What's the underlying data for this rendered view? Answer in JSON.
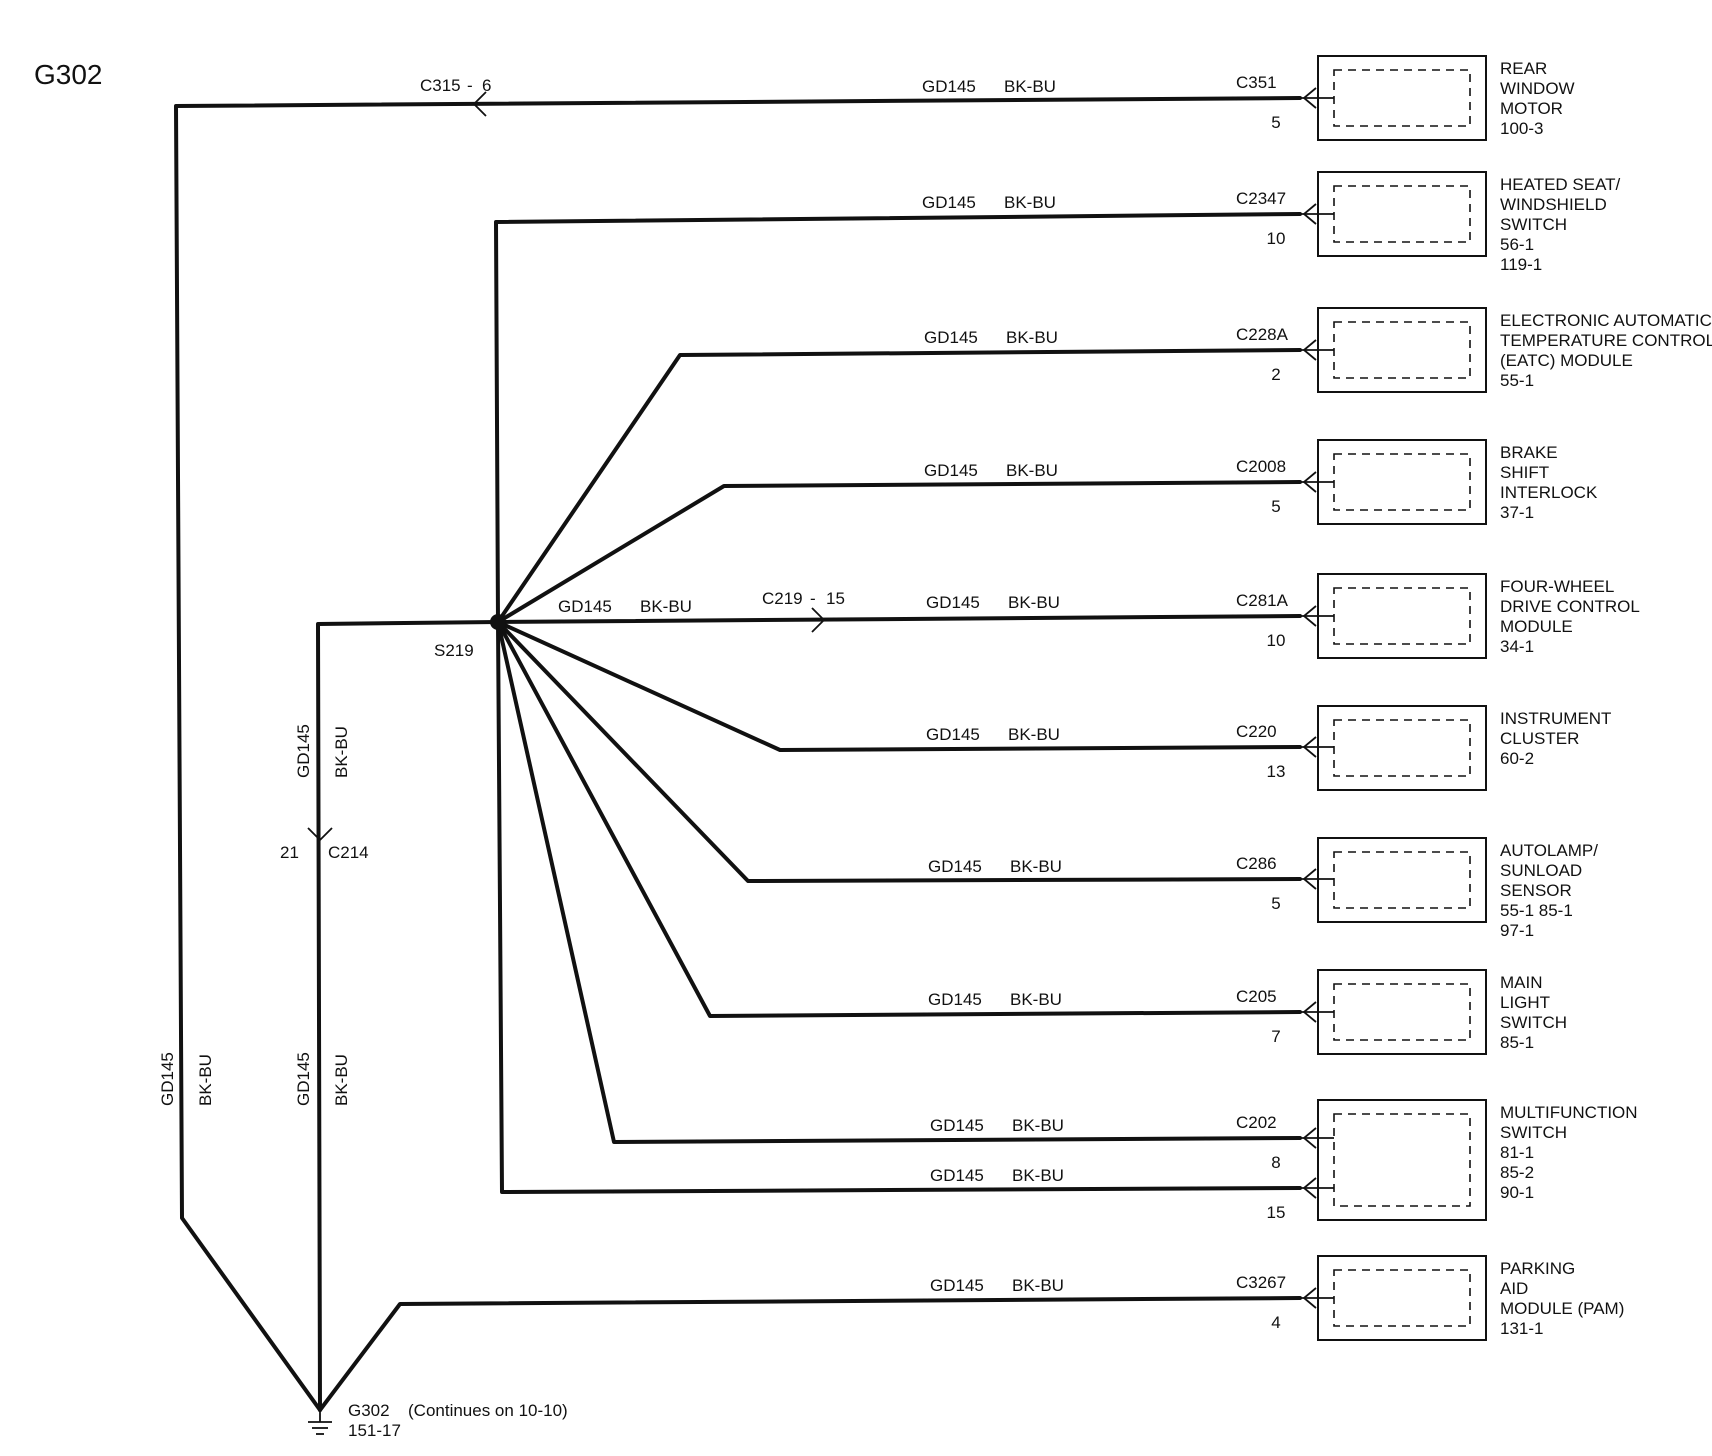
{
  "title": "G302",
  "wire_code": "GD145",
  "wire_color": "BK-BU",
  "ground": {
    "name": "G302",
    "page": "151-17",
    "note": "(Continues on 10-10)"
  },
  "splice": "S219",
  "inline_connectors": {
    "c315": {
      "name": "C315",
      "sep": "-",
      "pin": "6"
    },
    "c219": {
      "name": "C219",
      "sep": "-",
      "pin": "15"
    },
    "c214": {
      "name": "C214",
      "pin": "21"
    }
  },
  "components": [
    {
      "connector": "C351",
      "pins": [
        "5"
      ],
      "lines": [
        "REAR",
        "WINDOW",
        "MOTOR",
        "100-3"
      ]
    },
    {
      "connector": "C2347",
      "pins": [
        "10"
      ],
      "lines": [
        "HEATED SEAT/",
        "WINDSHIELD",
        "SWITCH",
        "56-1",
        "119-1"
      ]
    },
    {
      "connector": "C228A",
      "pins": [
        "2"
      ],
      "lines": [
        "ELECTRONIC AUTOMATIC",
        "TEMPERATURE CONTROL",
        "(EATC) MODULE",
        "55-1"
      ]
    },
    {
      "connector": "C2008",
      "pins": [
        "5"
      ],
      "lines": [
        "BRAKE",
        "SHIFT",
        "INTERLOCK",
        "37-1"
      ]
    },
    {
      "connector": "C281A",
      "pins": [
        "10"
      ],
      "lines": [
        "FOUR-WHEEL",
        "DRIVE CONTROL",
        "MODULE",
        "34-1"
      ]
    },
    {
      "connector": "C220",
      "pins": [
        "13"
      ],
      "lines": [
        "INSTRUMENT",
        "CLUSTER",
        "60-2"
      ]
    },
    {
      "connector": "C286",
      "pins": [
        "5"
      ],
      "lines": [
        "AUTOLAMP/",
        "SUNLOAD",
        "SENSOR",
        "55-1     85-1",
        "97-1"
      ]
    },
    {
      "connector": "C205",
      "pins": [
        "7"
      ],
      "lines": [
        "MAIN",
        "LIGHT",
        "SWITCH",
        "85-1"
      ]
    },
    {
      "connector": "C202",
      "pins": [
        "8",
        "15"
      ],
      "lines": [
        "MULTIFUNCTION",
        "SWITCH",
        "81-1",
        "85-2",
        "90-1"
      ]
    },
    {
      "connector": "C3267",
      "pins": [
        "4"
      ],
      "lines": [
        "PARKING",
        "AID",
        "MODULE (PAM)",
        "131-1"
      ]
    }
  ]
}
